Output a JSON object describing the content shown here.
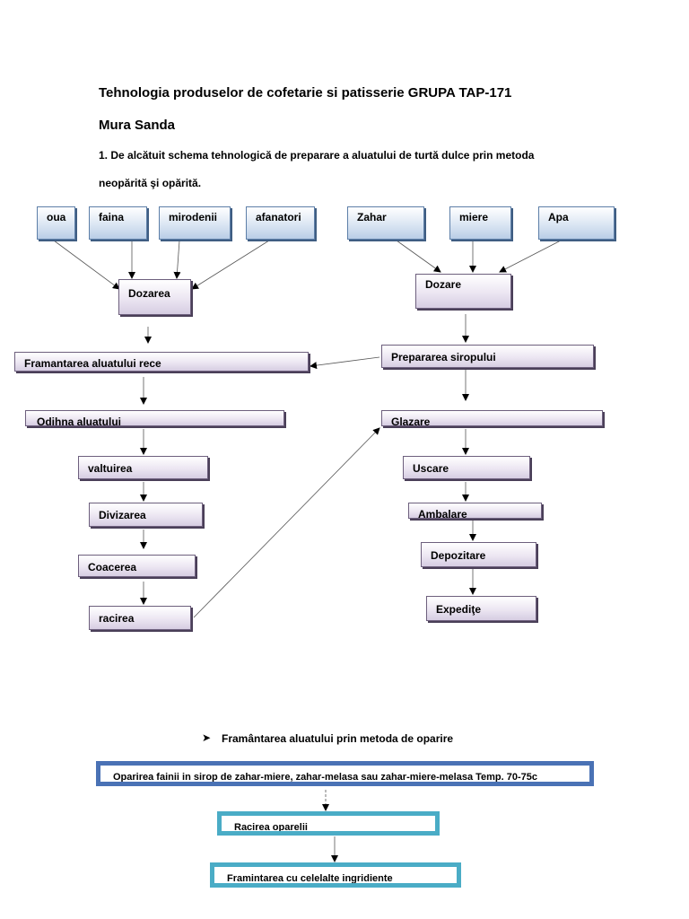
{
  "header": {
    "title": "Tehnologia produselor de cofetarie si patisserie GRUPA  TAP-171",
    "author": "Mura  Sanda",
    "task_line1": "1. De alcătuit schema tehnologică de preparare a aluatului de turtă dulce prin metoda",
    "task_line2": "neopărită şi opărită."
  },
  "left_flow": {
    "ingredients": [
      "oua",
      "faina",
      "mirodenii",
      "afanatori"
    ],
    "dozarea": "Dozarea",
    "framantarea": "Framantarea aluatului rece",
    "odihna": "Odihna aluatului",
    "valtuirea": "valtuirea",
    "divizarea": "Divizarea",
    "coacerea": "Coacerea",
    "racirea": "racirea"
  },
  "right_flow": {
    "ingredients": [
      "Zahar",
      "miere",
      "Apa"
    ],
    "dozare": "Dozare",
    "prepararea": "Prepararea siropului",
    "glazare": "Glazare",
    "uscare": "Uscare",
    "ambalare": "Ambalare",
    "depozitare": "Depozitare",
    "expeditie": "Expediţe"
  },
  "oparire": {
    "bullet_icon": "arrow-bullet-icon",
    "heading": "Framântarea aluatului prin metoda de oparire",
    "step1": "Oparirea fainii in sirop de zahar-miere, zahar-melasa sau zahar-miere-melasa Temp. 70-75c",
    "step2": "Racirea oparelii",
    "step3": "Framintarea cu celelalte ingridiente",
    "colors": {
      "dark_blue": "#4a72b5",
      "teal": "#4aacc6"
    }
  }
}
